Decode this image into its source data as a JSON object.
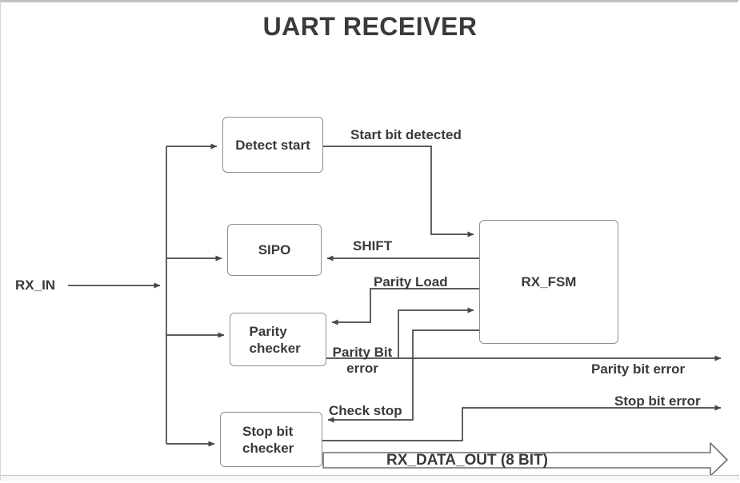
{
  "title": "UART RECEIVER",
  "colors": {
    "line": "#464646",
    "box_border": "#8f8f8f",
    "text": "#3a3a3a",
    "frame": "#c9c9c9",
    "background": "#ffffff"
  },
  "blocks": {
    "detect_start": {
      "label": "Detect start"
    },
    "sipo": {
      "label": "SIPO"
    },
    "parity_checker": {
      "label": "Parity checker"
    },
    "stop_bit_checker": {
      "label": "Stop bit checker"
    },
    "rx_fsm": {
      "label": "RX_FSM"
    }
  },
  "signals": {
    "rx_in": "RX_IN",
    "start_bit_detected": "Start bit detected",
    "shift": "SHIFT",
    "parity_load": "Parity Load",
    "parity_bit_error_internal": "Parity Bit\nerror",
    "check_stop": "Check stop",
    "parity_bit_error_output": "Parity bit error",
    "stop_bit_error_output": "Stop bit error",
    "rx_data_out": "RX_DATA_OUT (8 BIT)"
  }
}
